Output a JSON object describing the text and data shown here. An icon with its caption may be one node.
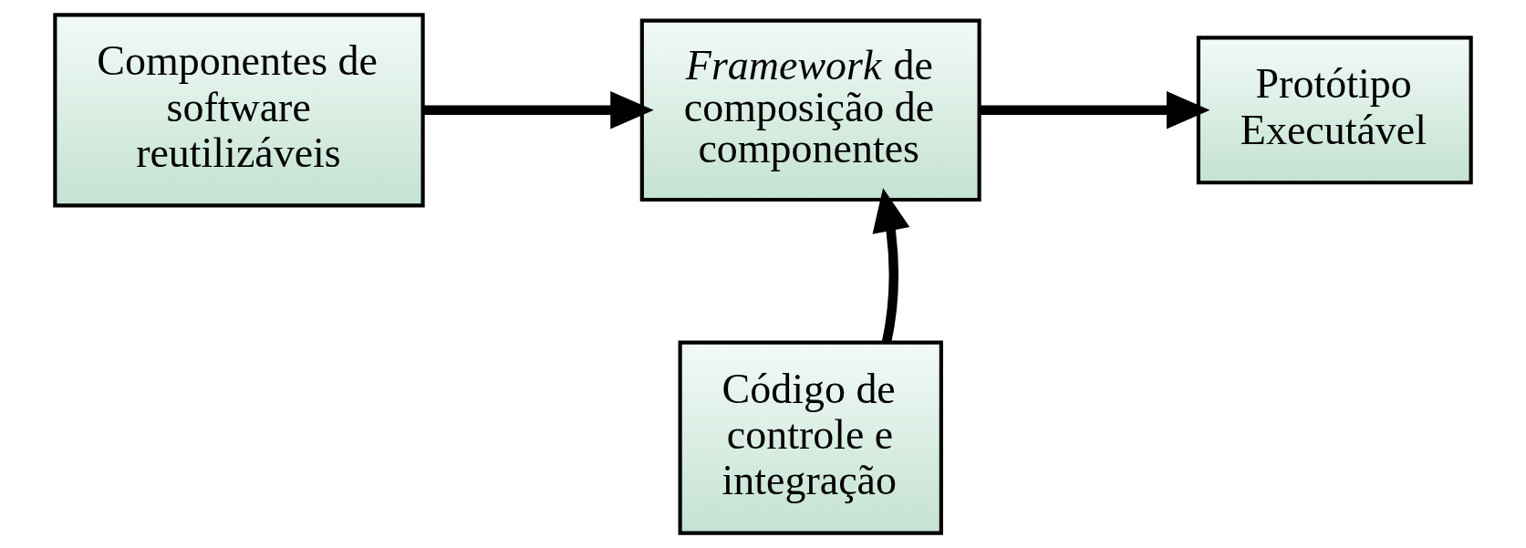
{
  "diagram": {
    "nodes": [
      {
        "text": [
          "Componentes de software reutilizáveis"
        ]
      },
      {
        "text": [
          "*Framework* de composição de componentes"
        ]
      },
      {
        "text": [
          "Protótipo Executável"
        ]
      },
      {
        "text": [
          "Código de controle e integração"
        ]
      }
    ],
    "edges": [
      {
        "from": 0,
        "to": 1,
        "arrow": "to"
      },
      {
        "from": 1,
        "to": 2,
        "arrow": "to"
      },
      {
        "from": 3,
        "to": 1,
        "arrow": "to"
      }
    ]
  }
}
